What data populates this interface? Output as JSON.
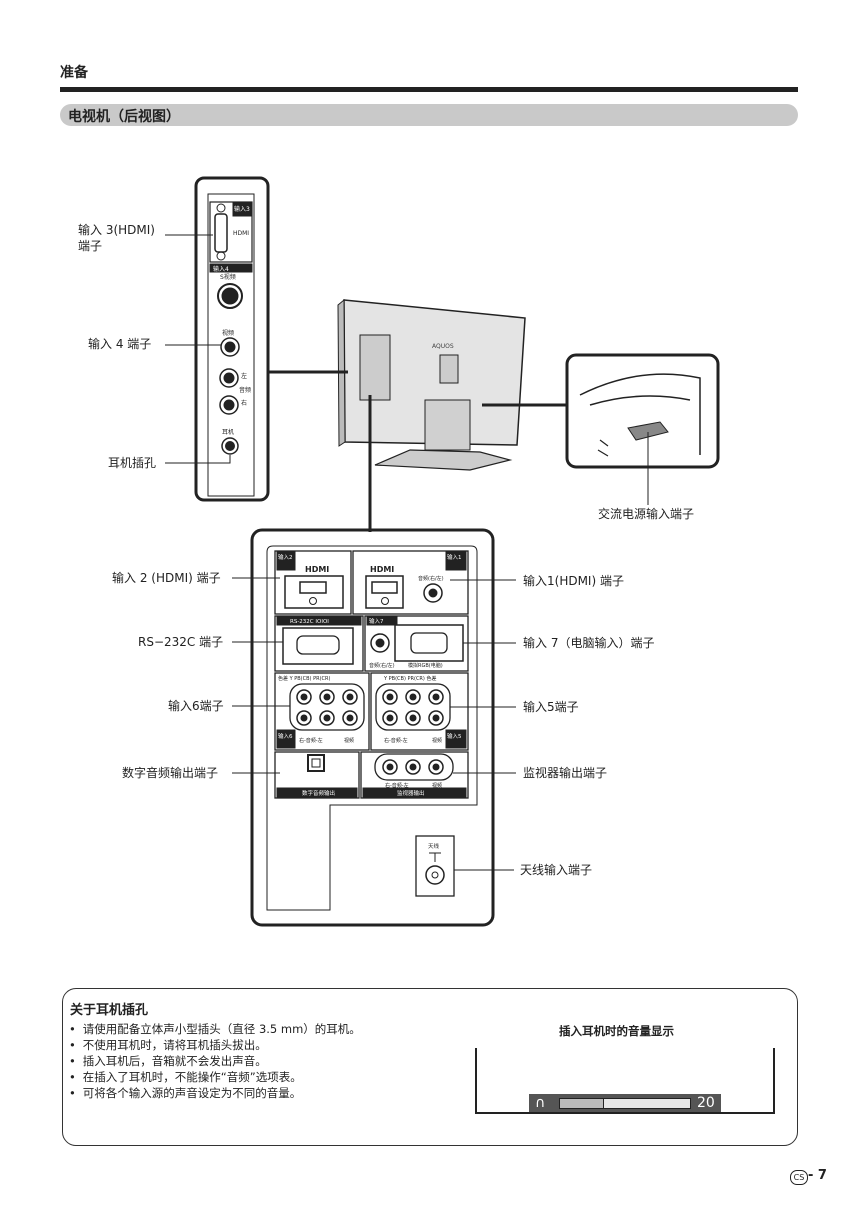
{
  "header": {
    "chapter": "准备",
    "section_title": "电视机（后视图）"
  },
  "side_panel": {
    "labels": {
      "hdmi3": "输入 3(HDMI)\n端子",
      "input4": "输入 4 端子",
      "headphone": "耳机插孔"
    },
    "markings": {
      "input3": "输入3",
      "hdmi": "HDMI",
      "input4": "输入4",
      "svideo": "S视频",
      "video": "视频",
      "left": "左",
      "audio": "音频",
      "right": "右",
      "earphone": "耳机"
    }
  },
  "tv": {
    "brand": "AQUOS"
  },
  "ac_label": "交流电源输入端子",
  "main_panel": {
    "left_labels": [
      "输入 2 (HDMI) 端子",
      "RS−232C 端子",
      "输入6端子",
      "数字音频输出端子"
    ],
    "right_labels": [
      "输入1(HDMI) 端子",
      "输入 7（电脑输入）端子",
      "输入5端子",
      "监视器输出端子",
      "天线输入端子"
    ],
    "markings": {
      "input2": "输入2",
      "input1": "输入1",
      "hdmi_logo": "HDMI",
      "audio_rl": "音频(右/左)",
      "rs232c": "RS-232C IOIOI",
      "input7": "输入7",
      "audio_rl2": "音频(右/左)",
      "analog_rgb": "模拟RGB(电脑)",
      "component_left": "色差  Y   PB(CB)  PR(CR)",
      "component_right": "Y   PB(CB)  PR(CR)  色差",
      "input6": "输入6",
      "input5": "输入5",
      "audio_r_l": "右-音频-左",
      "video": "视频",
      "digital_out": "数字音频输出",
      "monitor_out": "监视器输出",
      "antenna": "天线"
    }
  },
  "note": {
    "title": "关于耳机插孔",
    "bullets": [
      "请使用配备立体声小型插头（直径 3.5 mm）的耳机。",
      "不使用耳机时，请将耳机插头拔出。",
      "插入耳机后，音箱就不会发出声音。",
      "在插入了耳机时，不能操作“音频”选项表。",
      "可将各个输入源的声音设定为不同的音量。"
    ],
    "osd_title": "插入耳机时的音量显示",
    "volume_value": "20",
    "volume_fill_fraction": 0.33
  },
  "footer": {
    "lang_badge": "CS",
    "page": "- 7"
  }
}
